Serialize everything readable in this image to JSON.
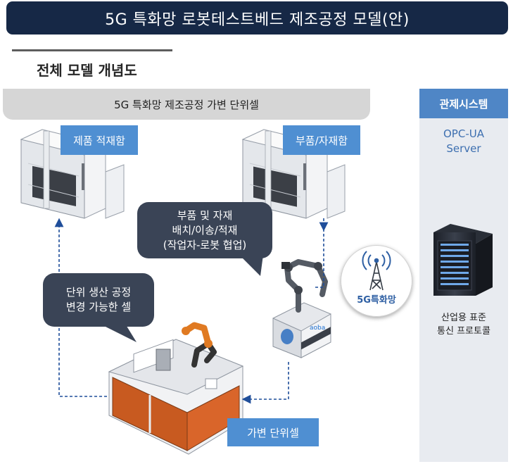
{
  "title": "5G 특화망 로봇테스트베드 제조공정 모델(안)",
  "section_title": "전체 모델 개념도",
  "cell_banner": "5G 특화망 제조공정 가변 단위셀",
  "control": {
    "heading": "관제시스템",
    "opc_line1": "OPC-UA",
    "opc_line2": "Server",
    "caption_line1": "산업용 표준",
    "caption_line2": "통신 프로토콜"
  },
  "labels": {
    "product_storage": "제품 적재함",
    "parts_storage": "부품/자재함",
    "variable_cell": "가변 단위셀"
  },
  "bubbles": {
    "robot_line1": "부품 및 자재",
    "robot_line2": "배치/이송/적재",
    "robot_line3": "(작업자-로봇 협업)",
    "cell_line1": "단위 생산 공정",
    "cell_line2": "변경 가능한 셀"
  },
  "network": {
    "label": "5G특화망"
  },
  "robot_brand": "aoba",
  "colors": {
    "title_bg": "#162846",
    "accent_blue": "#4f8fd2",
    "bubble_bg": "#3a4456",
    "flow_arrow": "#1f4e9a"
  }
}
